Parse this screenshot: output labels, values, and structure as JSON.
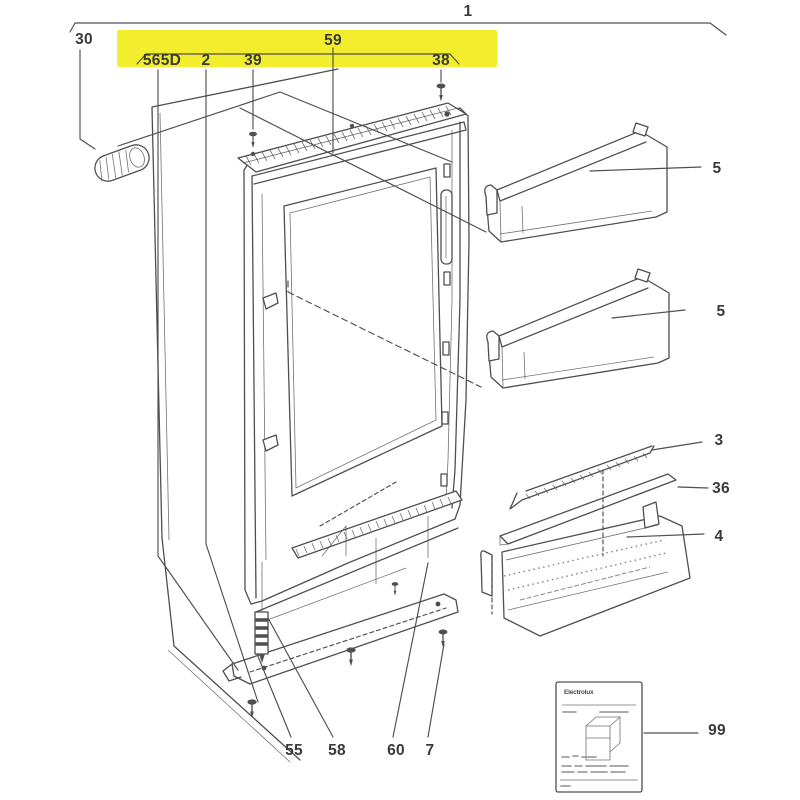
{
  "diagram": {
    "type": "exploded-parts-diagram",
    "subject": "refrigerator door assembly",
    "colors": {
      "highlight": "#f2ee2e",
      "line": "#4f4f4f",
      "text": "#3a3a3a",
      "background": "#ffffff"
    },
    "labels": {
      "assembly": "1",
      "cap": "30",
      "trim_group": "59",
      "trim_sub": "565D",
      "outer_panel": "2",
      "screw_top_left": "39",
      "screw_top_right": "38",
      "shelf_upper": "5",
      "shelf_lower": "5",
      "egg_rail": "3",
      "bin_lid": "36",
      "bottle_bin": "4",
      "rating_card": "99",
      "bottom_left_part": "55",
      "pin": "58",
      "bottom_trim": "60",
      "bottom_screws": "7"
    },
    "card": {
      "brand": "Electrolux"
    }
  }
}
